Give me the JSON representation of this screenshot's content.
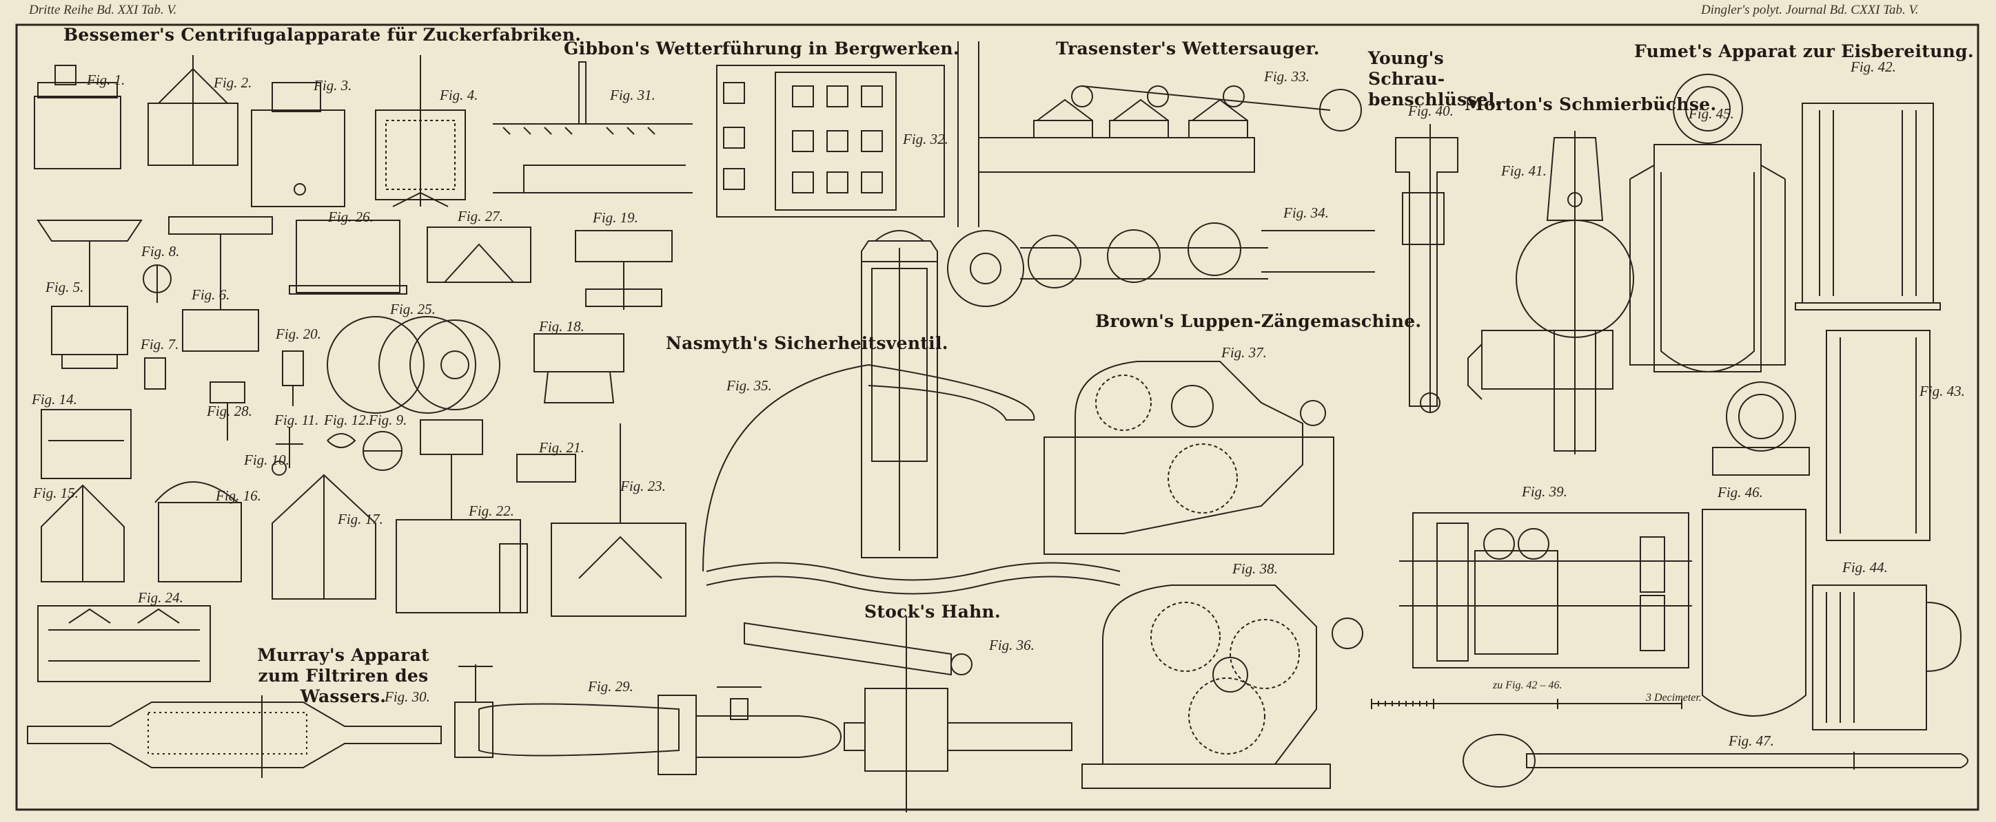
{
  "colors": {
    "paper": "#efe8d2",
    "ink": "#2a241d",
    "frame": "#3a332a"
  },
  "header": {
    "left": "Dritte Reihe Bd. XXI Tab. V.",
    "right": "Dingler's polyt. Journal Bd. CXXI Tab. V."
  },
  "titles": {
    "bessemer": "Bessemer's Centrifugalapparate für Zuckerfabriken.",
    "gibbon": "Gibbon's Wetterführung in Bergwerken.",
    "trasenster": "Trasenster's Wettersauger.",
    "young": "Young's Schrau-benschlüssel.",
    "morton": "Morton's Schmierbüchse.",
    "fumet": "Fumet's Apparat zur Eisbereitung.",
    "nasmyth": "Nasmyth's Sicherheitsventil.",
    "brown": "Brown's Luppen-Zängemaschine.",
    "murray": "Murray's Apparat zum Filtriren des Wassers.",
    "stock": "Stock's Hahn."
  },
  "figures": {
    "f1": "Fig. 1.",
    "f2": "Fig. 2.",
    "f3": "Fig. 3.",
    "f4": "Fig. 4.",
    "f5": "Fig. 5.",
    "f6": "Fig. 6.",
    "f7": "Fig. 7.",
    "f8": "Fig. 8.",
    "f9": "Fig. 9.",
    "f10": "Fig. 10.",
    "f11": "Fig. 11.",
    "f12": "Fig. 12.",
    "f14": "Fig. 14.",
    "f15": "Fig. 15.",
    "f16": "Fig. 16.",
    "f17": "Fig. 17.",
    "f18": "Fig. 18.",
    "f19": "Fig. 19.",
    "f20": "Fig. 20.",
    "f21": "Fig. 21.",
    "f22": "Fig. 22.",
    "f23": "Fig. 23.",
    "f24": "Fig. 24.",
    "f25": "Fig. 25.",
    "f26": "Fig. 26.",
    "f27": "Fig. 27.",
    "f28": "Fig. 28.",
    "f29": "Fig. 29.",
    "f30": "Fig. 30.",
    "f31": "Fig. 31.",
    "f32": "Fig. 32.",
    "f33": "Fig. 33.",
    "f34": "Fig. 34.",
    "f35": "Fig. 35.",
    "f36": "Fig. 36.",
    "f37": "Fig. 37.",
    "f38": "Fig. 38.",
    "f39": "Fig. 39.",
    "f40": "Fig. 40.",
    "f41": "Fig. 41.",
    "f42": "Fig. 42.",
    "f43": "Fig. 43.",
    "f44": "Fig. 44.",
    "f45": "Fig. 45.",
    "f46": "Fig. 46.",
    "f47": "Fig. 47."
  },
  "scale": {
    "caption": "zu Fig. 42 – 46.",
    "unit": "3 Decimeter."
  }
}
